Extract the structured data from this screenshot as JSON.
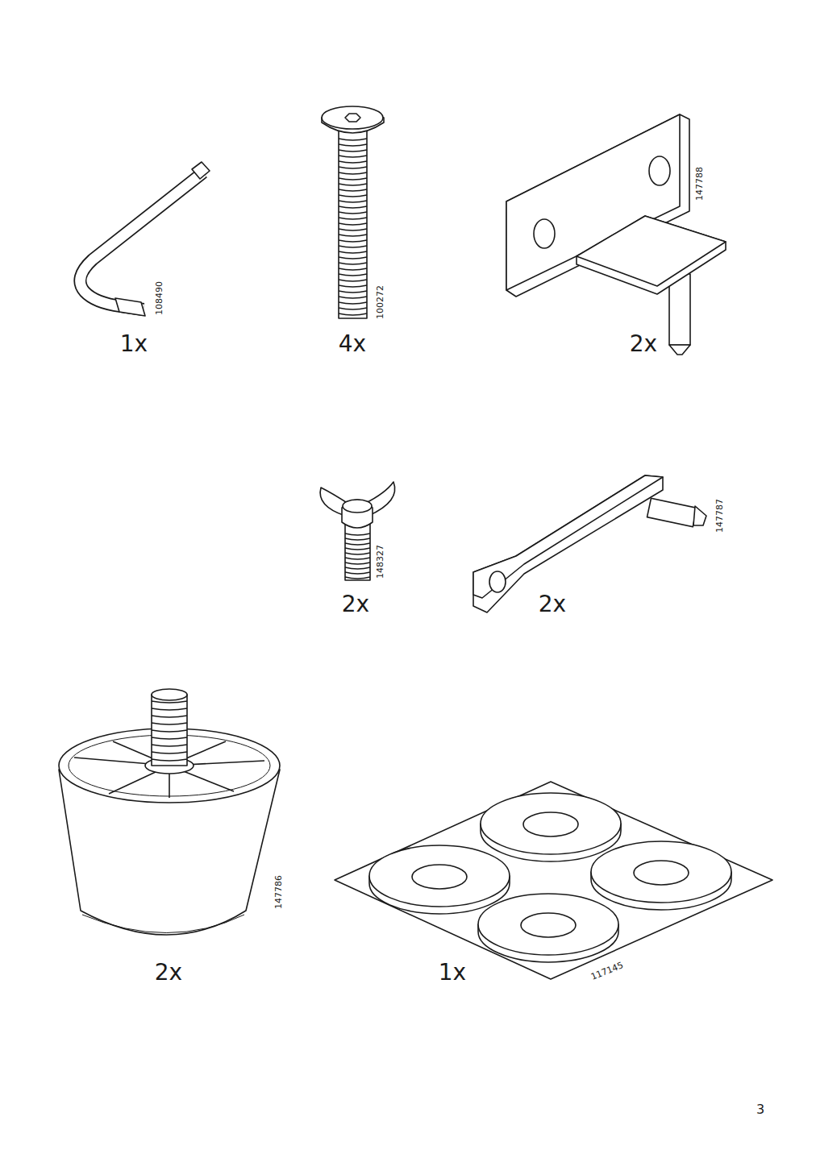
{
  "diagram": {
    "labels": [
      "108490",
      "1x",
      "100272",
      "4x",
      "147788",
      "2x",
      "148327",
      "2x",
      "147787",
      "2x",
      "147786",
      "2x",
      "117145",
      "1x",
      "3"
    ]
  }
}
